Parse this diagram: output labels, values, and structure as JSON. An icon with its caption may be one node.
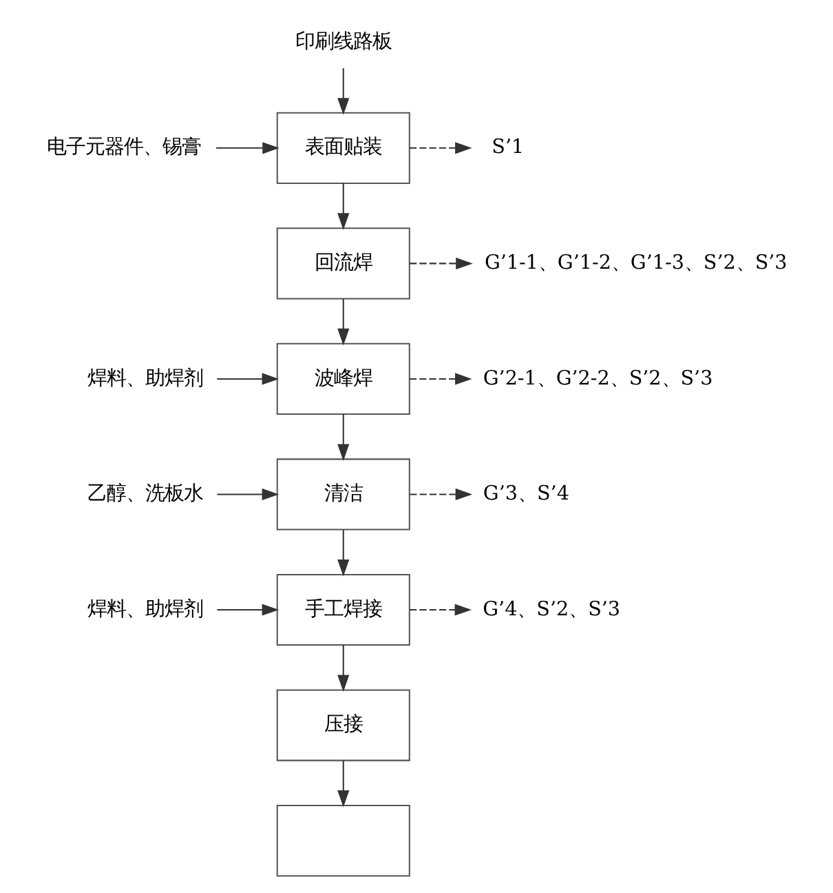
{
  "diagram": {
    "nodes": [
      {
        "text": [
          "印刷线路板"
        ]
      },
      {
        "text": [
          "电子元器件、锡膏"
        ]
      },
      {
        "text": [
          "表面贴装"
        ]
      },
      {
        "text": [
          "S’1"
        ]
      },
      {
        "text": [
          "回流焊"
        ]
      },
      {
        "text": [
          "G’1-1、G’1-2、G’1-3、S’2、S’3"
        ]
      },
      {
        "text": [
          "焊料、助焊剂"
        ]
      },
      {
        "text": [
          "波峰焊"
        ]
      },
      {
        "text": [
          "G’2-1、G’2-2、S’2、S’3"
        ]
      },
      {
        "text": [
          "乙醇、洗板水"
        ]
      },
      {
        "text": [
          "清洁"
        ]
      },
      {
        "text": [
          "G’3、S’4"
        ]
      },
      {
        "text": [
          "焊料、助焊剂"
        ]
      },
      {
        "text": [
          "手工焊接"
        ]
      },
      {
        "text": [
          "G’4、S’2、S’3"
        ]
      },
      {
        "text": [
          "压接"
        ]
      },
      {
        "text": [],
        "shape": "box"
      }
    ],
    "edges": [
      {
        "from": 0,
        "to": 2,
        "arrow": "to"
      },
      {
        "from": 1,
        "to": 2,
        "arrow": "to"
      },
      {
        "from": 2,
        "to": 3,
        "arrow": "to",
        "style": "dashed"
      },
      {
        "from": 2,
        "to": 4,
        "arrow": "to"
      },
      {
        "from": 4,
        "to": 5,
        "arrow": "to",
        "style": "dashed"
      },
      {
        "from": 4,
        "to": 7,
        "arrow": "to"
      },
      {
        "from": 6,
        "to": 7,
        "arrow": "to"
      },
      {
        "from": 7,
        "to": 8,
        "arrow": "to",
        "style": "dashed"
      },
      {
        "from": 7,
        "to": 10,
        "arrow": "to"
      },
      {
        "from": 9,
        "to": 10,
        "arrow": "to"
      },
      {
        "from": 10,
        "to": 11,
        "arrow": "to",
        "style": "dashed"
      },
      {
        "from": 10,
        "to": 13,
        "arrow": "to"
      },
      {
        "from": 12,
        "to": 13,
        "arrow": "to"
      },
      {
        "from": 13,
        "to": 14,
        "arrow": "to",
        "style": "dashed"
      },
      {
        "from": 13,
        "to": 15,
        "arrow": "to"
      },
      {
        "from": 15,
        "to": 16,
        "arrow": "to"
      }
    ]
  }
}
